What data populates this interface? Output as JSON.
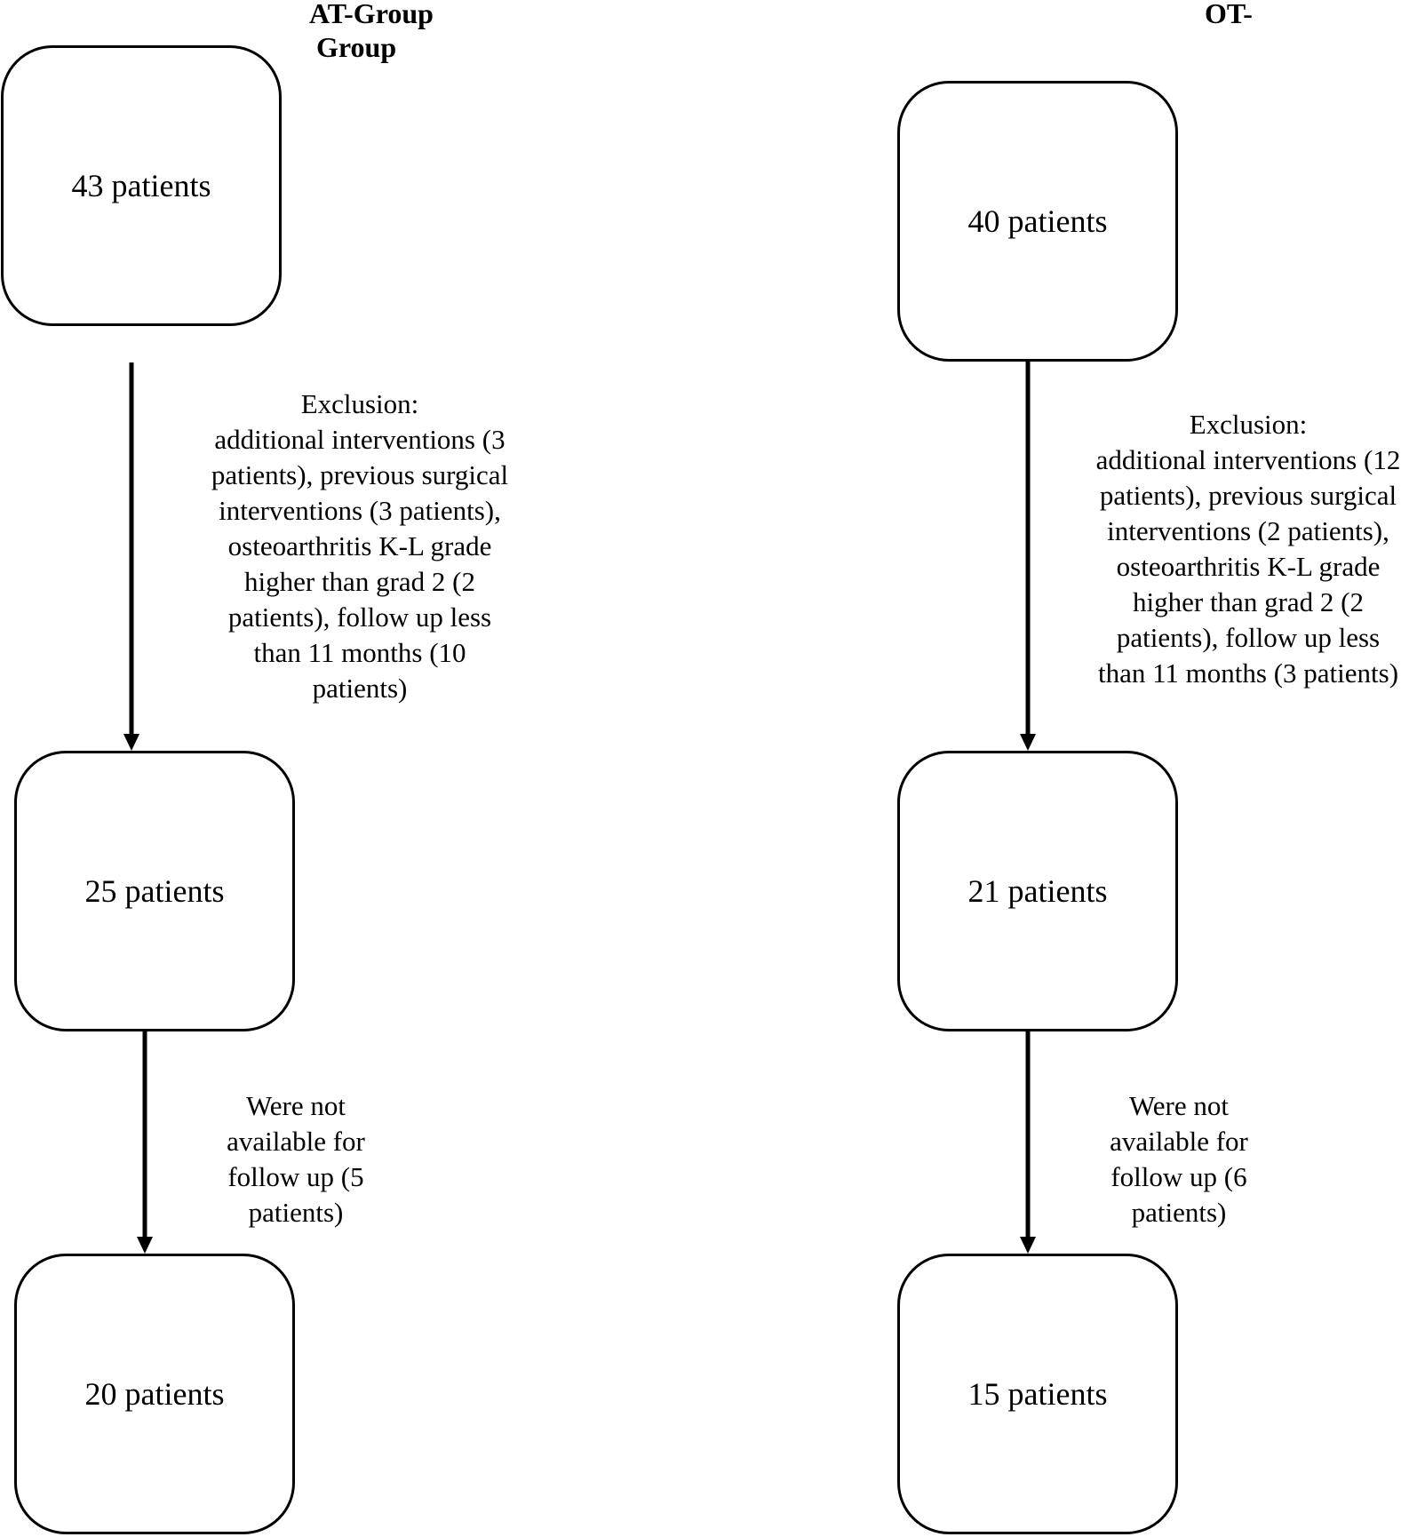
{
  "groups": {
    "at": {
      "title_line1": "AT-Group",
      "title_line2": "Group",
      "boxes": [
        "43 patients",
        "25 patients",
        "20 patients"
      ],
      "exclusion": [
        "Exclusion:",
        "additional interventions (3",
        "patients), previous surgical",
        "interventions (3 patients),",
        "osteoarthritis K-L grade",
        "higher than grad 2 (2",
        "patients), follow up less",
        "than 11 months (10",
        "patients)"
      ],
      "followup": [
        "Were not",
        "available for",
        "follow up (5",
        "patients)"
      ]
    },
    "ot": {
      "title": "OT-",
      "boxes": [
        "40 patients",
        "21 patients",
        "15 patients"
      ],
      "exclusion": [
        "Exclusion:",
        "additional interventions (12",
        "patients), previous surgical",
        "interventions (2 patients),",
        "osteoarthritis K-L grade",
        "higher than grad 2 (2",
        "patients), follow up less",
        "than 11 months (3 patients)"
      ],
      "followup": [
        "Were not",
        "available for",
        "follow up (6",
        "patients)"
      ]
    }
  }
}
